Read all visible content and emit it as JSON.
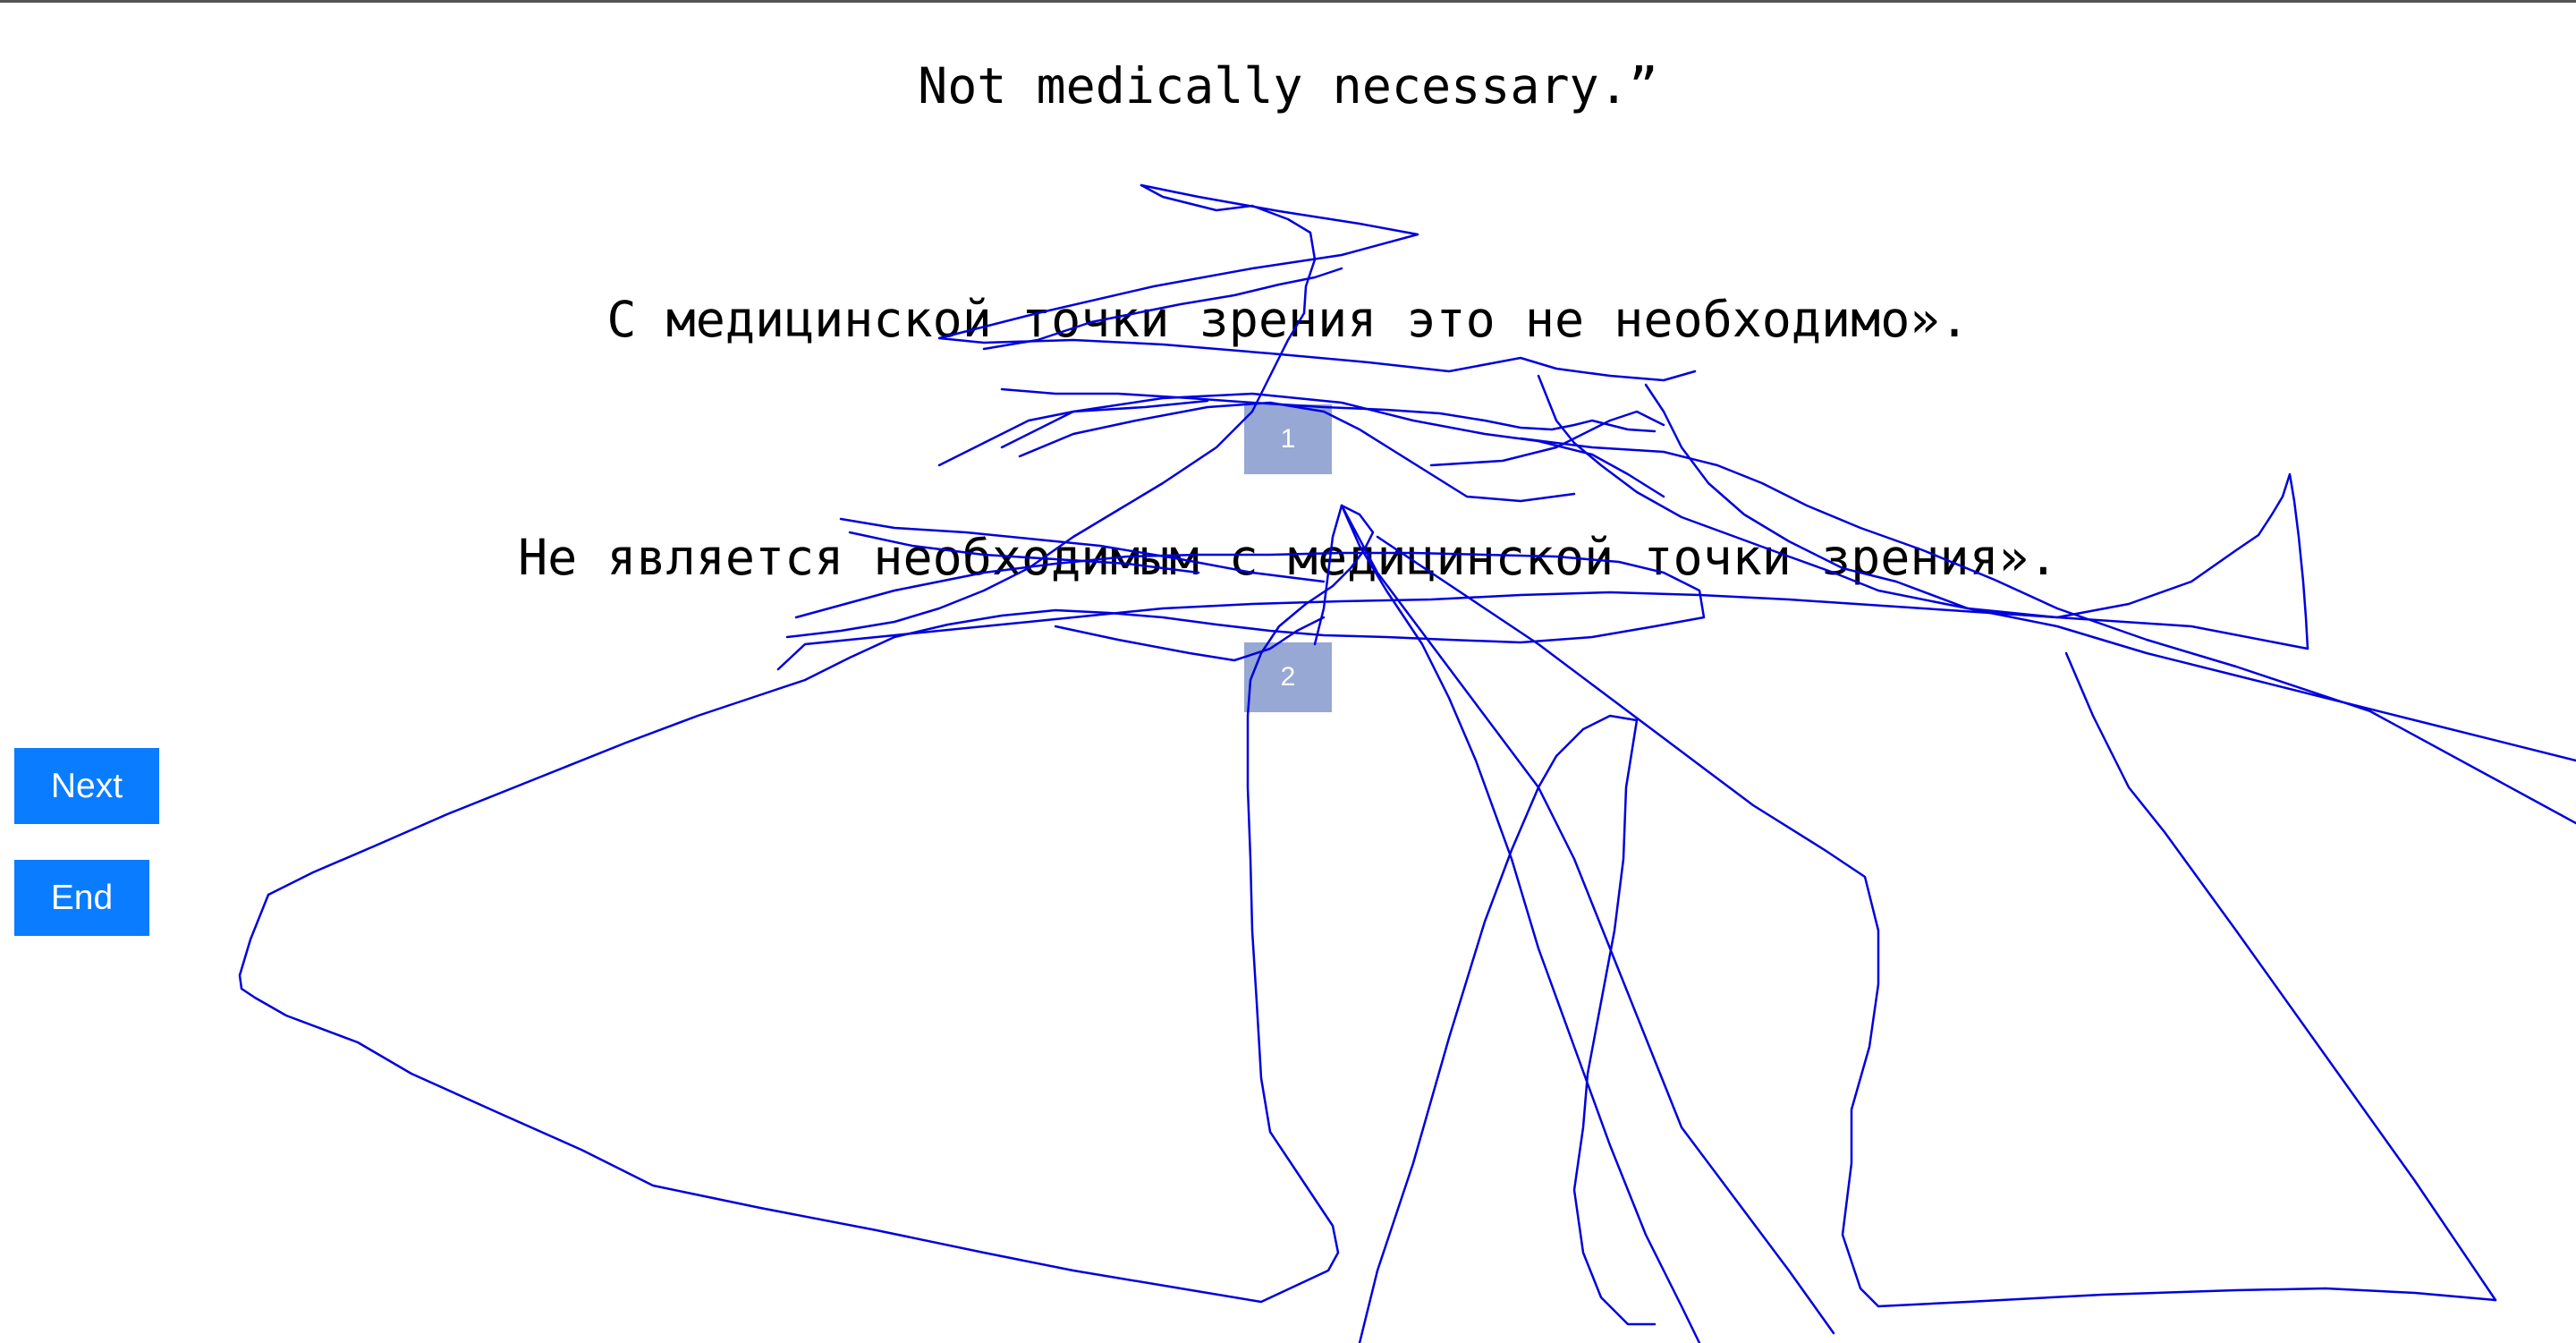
{
  "source_text": "Not medically necessary.”",
  "options": [
    {
      "text": "С медицинской точки зрения это не необходимо».",
      "badge": "1"
    },
    {
      "text": "Не является необходимым с медицинской точки зрения».",
      "badge": "2"
    }
  ],
  "buttons": {
    "next_label": "Next",
    "end_label": "End"
  },
  "colors": {
    "button_bg": "#0a7cff",
    "badge_bg": "#96a8d3",
    "stroke": "#0000dd"
  }
}
